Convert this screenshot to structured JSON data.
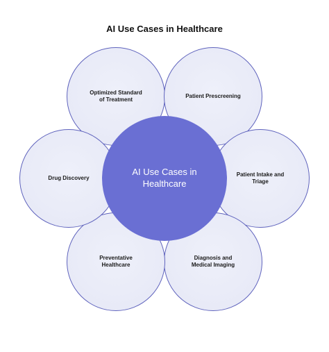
{
  "title": "AI Use Cases in Healthcare",
  "hub": {
    "label": "AI Use Cases in Healthcare"
  },
  "petals": [
    {
      "label": "Optimized Standard of Treatment"
    },
    {
      "label": "Patient Prescreening"
    },
    {
      "label": "Patient Intake and Triage"
    },
    {
      "label": "Diagnosis and Medical Imaging"
    },
    {
      "label": "Preventative Healthcare"
    },
    {
      "label": "Drug Discovery"
    }
  ],
  "colors": {
    "hub_fill": "#6a6fd3",
    "petal_stroke": "#5f63bd",
    "petal_fill": "#e8eaf7"
  }
}
